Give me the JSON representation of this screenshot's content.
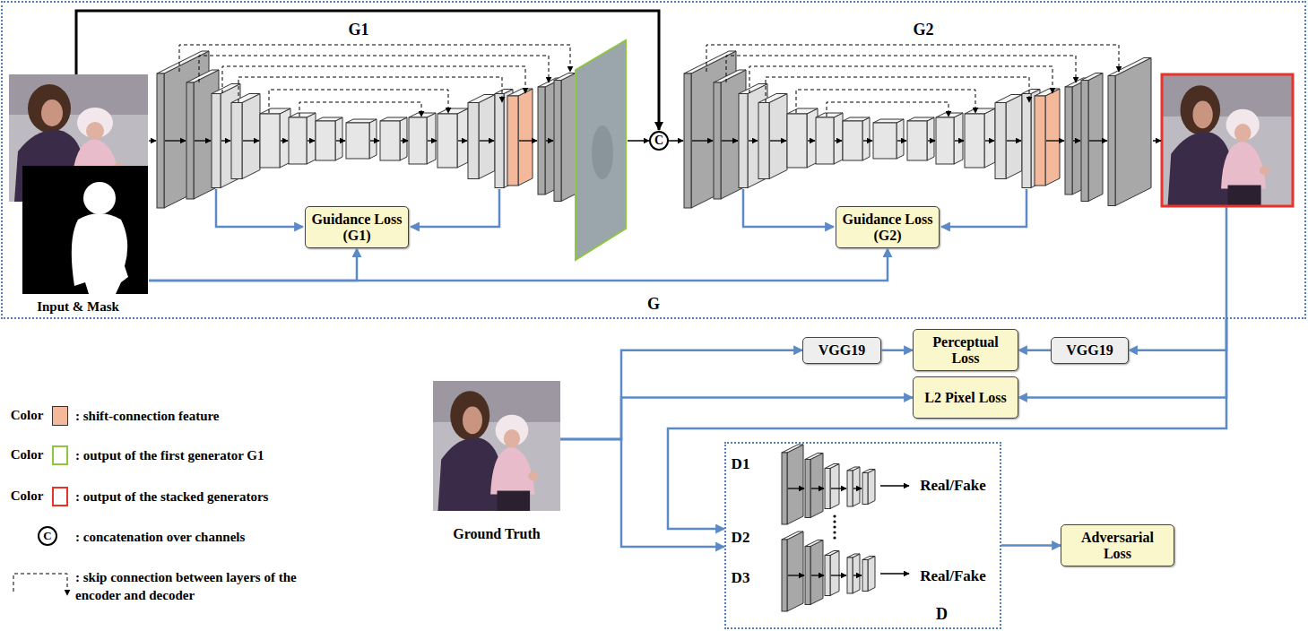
{
  "diagram": {
    "nodes": [
      {
        "text": [
          "G"
        ]
      },
      {
        "text": [
          "Input & Mask"
        ],
        "in": 0
      },
      {
        "text": [
          "Guidance Loss (G1)"
        ],
        "in": 0
      },
      {
        "text": [
          "Guidance Loss (G2)"
        ],
        "in": 0
      },
      {
        "text": [
          "VGG19"
        ]
      },
      {
        "text": [
          "Perceptual Loss"
        ]
      },
      {
        "text": [
          "VGG19"
        ]
      },
      {
        "text": [
          "L2 Pixel Loss"
        ]
      },
      {
        "text": [
          "Ground Truth"
        ]
      },
      {
        "text": [
          "D"
        ]
      },
      {
        "text": [
          "Adversarial Loss"
        ]
      }
    ],
    "edges": [
      {
        "from": 1,
        "to": 2,
        "arrow": "to"
      },
      {
        "from": 1,
        "to": 3,
        "arrow": "to"
      },
      {
        "from": 8,
        "to": 4,
        "arrow": "to"
      },
      {
        "from": 4,
        "to": 5,
        "arrow": "to"
      },
      {
        "from": 6,
        "to": 5,
        "arrow": "to"
      },
      {
        "from": 0,
        "to": 6,
        "arrow": "to"
      },
      {
        "from": 8,
        "to": 7,
        "arrow": "to"
      },
      {
        "from": 0,
        "to": 7,
        "arrow": "to"
      },
      {
        "from": 0,
        "to": 9,
        "arrow": "to"
      },
      {
        "from": 8,
        "to": 9,
        "arrow": "to"
      },
      {
        "from": 9,
        "to": 10,
        "arrow": "to"
      }
    ],
    "labels": [
      "G1",
      "G2",
      "C",
      "D1",
      "D2",
      "D3",
      "Real/Fake",
      "Real/Fake",
      "Color",
      "Color",
      "Color",
      "C"
    ],
    "legend": [
      {
        "text": ": shift-connection feature",
        "color": "#f4b89a"
      },
      {
        "text": ": output of the first generator G1",
        "color": "#8dc63f"
      },
      {
        "text": ": output of the stacked generators",
        "color": "#e8322a"
      },
      {
        "text": ": concatenation over channels"
      },
      {
        "text": ": skip connection between layers of the encoder and decoder"
      }
    ]
  }
}
